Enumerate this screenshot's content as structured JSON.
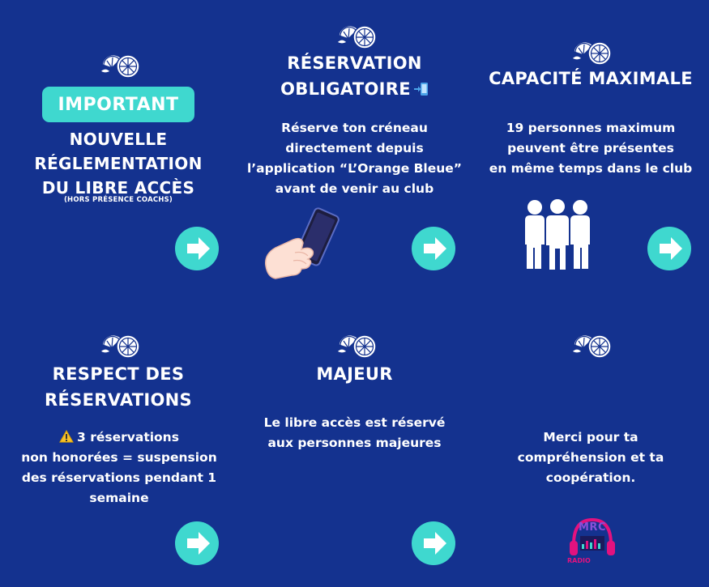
{
  "icons": {
    "lemon": "lemon-slice-icon",
    "arrow": "arrow-right-icon",
    "phone": "phone-arrow-icon",
    "warning": "warning-icon",
    "people": "group-people-icon",
    "hand_phone": "hand-holding-phone-icon"
  },
  "colors": {
    "background": "#14328f",
    "accent": "#3fd8cf",
    "text": "#ffffff"
  },
  "panel1": {
    "badge": "IMPORTANT",
    "title_lines": [
      "NOUVELLE",
      "RÉGLEMENTATION",
      "DU LIBRE ACCÈS"
    ],
    "note": "(HORS PRÉSENCE COACHS)"
  },
  "panel2": {
    "title_lines": [
      "RÉSERVATION",
      "OBLIGATOIRE"
    ],
    "body_lines": [
      "Réserve ton créneau",
      "directement depuis",
      "l’application “L’Orange Bleue”",
      "avant de venir au club"
    ]
  },
  "panel3": {
    "title": "CAPACITÉ MAXIMALE",
    "body_lines": [
      "19 personnes maximum",
      "peuvent être présentes",
      "en même temps dans le club"
    ]
  },
  "panel4": {
    "title_lines": [
      "RESPECT DES",
      "RÉSERVATIONS"
    ],
    "body_lines": [
      "3 réservations",
      "non honorées = suspension",
      "des réservations pendant 1",
      "semaine"
    ]
  },
  "panel5": {
    "title": "MAJEUR",
    "body_lines": [
      "Le libre accès est réservé",
      "aux personnes majeures"
    ]
  },
  "panel6": {
    "body_lines": [
      "Merci pour ta",
      "compréhension et ta",
      "coopération."
    ]
  },
  "logo": {
    "top": "MRC",
    "bottom": "RADIO"
  }
}
